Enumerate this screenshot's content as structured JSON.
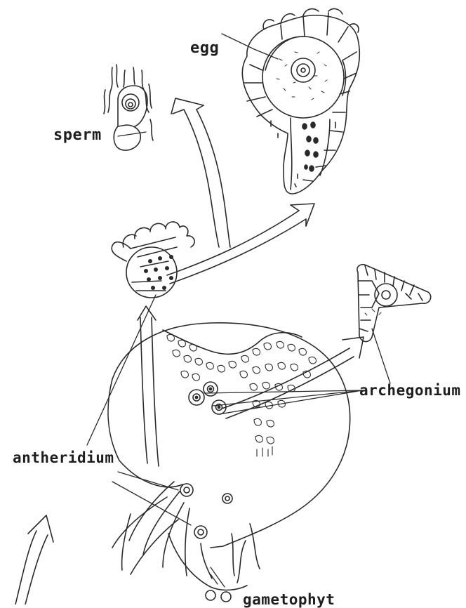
{
  "labels": {
    "egg": "egg",
    "sperm": "sperm",
    "archegonium": "archegonium",
    "antheridium": "antheridium",
    "gametophyte": "gametophyt"
  },
  "colors": {
    "ink": "#2a2a2a",
    "paper": "#ffffff"
  }
}
